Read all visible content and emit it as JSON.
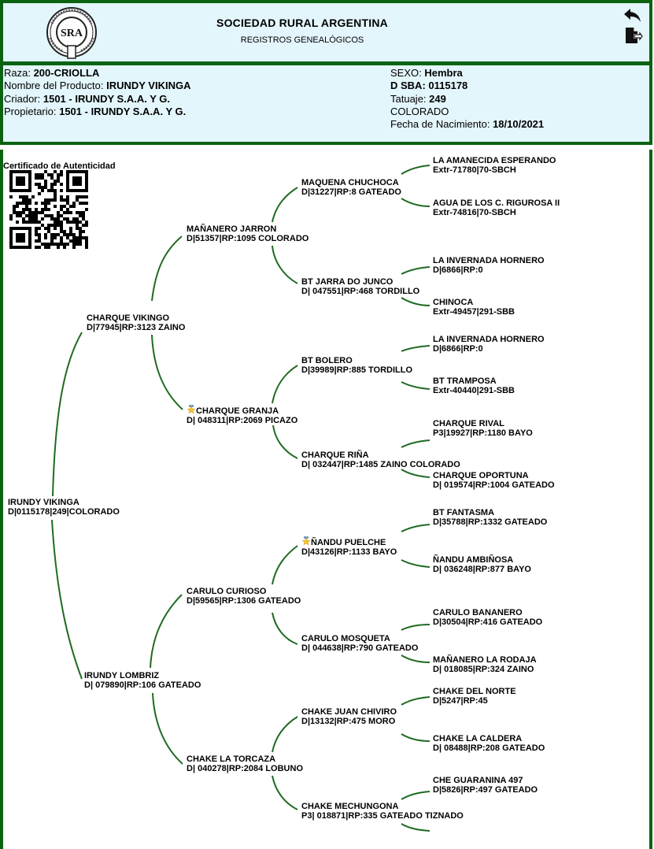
{
  "header": {
    "org_name": "SOCIEDAD RURAL ARGENTINA",
    "subtitle": "REGISTROS GENEALÓGICOS",
    "logo_text": "SRA",
    "logo_motto": "CULTIVAR EL SUELO ES SERVIR A LA PATRIA",
    "logo_year": "1866",
    "icons": {
      "back": "back-arrow-icon",
      "export": "export-file-icon"
    }
  },
  "info": {
    "left": [
      {
        "label": "Raza: ",
        "value": "200-CRIOLLA"
      },
      {
        "label": "Nombre del Producto: ",
        "value": "IRUNDY VIKINGA"
      },
      {
        "label": "Criador: ",
        "value": "1501 - IRUNDY S.A.A. Y G."
      },
      {
        "label": "Propietario: ",
        "value": "1501 - IRUNDY S.A.A. Y G."
      }
    ],
    "right": [
      {
        "label": "SEXO: ",
        "value": "Hembra"
      },
      {
        "label": "",
        "value": "D SBA: 0115178"
      },
      {
        "label": "Tatuaje: ",
        "value": "249"
      },
      {
        "label": "COLORADO",
        "value": ""
      },
      {
        "label": "Fecha de Nacimiento: ",
        "value": "18/10/2021"
      }
    ]
  },
  "certificate": {
    "label": "Certificado de Autenticidad"
  },
  "colors": {
    "border_green": "#0b6312",
    "header_bg": "#e3f6fc",
    "link_green": "#1f6b22"
  },
  "pedigree": {
    "root": {
      "name": "IRUNDY VIKINGA",
      "reg": "D|0115178|249|COLORADO"
    },
    "s": {
      "name": "CHARQUE VIKINGO",
      "reg": "D|77945|RP:3123 ZAINO"
    },
    "d": {
      "name": "IRUNDY LOMBRIZ",
      "reg": "D| 079890|RP:106 GATEADO"
    },
    "ss": {
      "name": "MAÑANERO JARRON",
      "reg": "D|51357|RP:1095 COLORADO"
    },
    "sd": {
      "name": "CHARQUE GRANJA",
      "reg": "D| 048311|RP:2069 PICAZO",
      "star": true
    },
    "ds": {
      "name": "CARULO CURIOSO",
      "reg": "D|59565|RP:1306 GATEADO"
    },
    "dd": {
      "name": "CHAKE LA TORCAZA",
      "reg": "D| 040278|RP:2084 LOBUNO"
    },
    "sss": {
      "name": "MAQUENA CHUCHOCA",
      "reg": "D|31227|RP:8 GATEADO"
    },
    "ssd": {
      "name": "BT JARRA DO JUNCO",
      "reg": "D| 047551|RP:468 TORDILLO"
    },
    "sds": {
      "name": "BT BOLERO",
      "reg": "D|39989|RP:885 TORDILLO"
    },
    "sdd": {
      "name": "CHARQUE RIÑA",
      "reg": "D| 032447|RP:1485 ZAINO COLORADO"
    },
    "dss": {
      "name": "ÑANDU PUELCHE",
      "reg": "D|43126|RP:1133 BAYO",
      "star": true
    },
    "dsd": {
      "name": "CARULO MOSQUETA",
      "reg": "D| 044638|RP:790 GATEADO"
    },
    "dds": {
      "name": "CHAKE JUAN CHIVIRO",
      "reg": "D|13132|RP:475 MORO"
    },
    "ddd": {
      "name": "CHAKE MECHUNGONA",
      "reg": "P3| 018871|RP:335 GATEADO TIZNADO"
    },
    "ssss": {
      "name": "LA AMANECIDA ESPERANDO",
      "reg": "Extr-71780|70-SBCH"
    },
    "sssd": {
      "name": "AGUA DE LOS C. RIGUROSA II",
      "reg": "Extr-74816|70-SBCH"
    },
    "ssds": {
      "name": "LA INVERNADA HORNERO",
      "reg": "D|6866|RP:0"
    },
    "ssdd": {
      "name": "CHINOCA",
      "reg": "Extr-49457|291-SBB"
    },
    "sdss": {
      "name": "LA INVERNADA HORNERO",
      "reg": "D|6866|RP:0"
    },
    "sdsd": {
      "name": "BT TRAMPOSA",
      "reg": "Extr-40440|291-SBB"
    },
    "sdds": {
      "name": "CHARQUE RIVAL",
      "reg": "P3|19927|RP:1180 BAYO"
    },
    "sddd": {
      "name": "CHARQUE OPORTUNA",
      "reg": "D| 019574|RP:1004 GATEADO"
    },
    "dsss": {
      "name": "BT FANTASMA",
      "reg": "D|35788|RP:1332 GATEADO"
    },
    "dssd": {
      "name": "ÑANDU AMBIÑOSA",
      "reg": "D| 036248|RP:877 BAYO"
    },
    "dsds": {
      "name": "CARULO BANANERO",
      "reg": "D|30504|RP:416 GATEADO"
    },
    "dsdd": {
      "name": "MAÑANERO LA RODAJA",
      "reg": "D| 018085|RP:324 ZAINO"
    },
    "ddss": {
      "name": "CHAKE DEL NORTE",
      "reg": "D|5247|RP:45"
    },
    "ddsd": {
      "name": "CHAKE LA CALDERA",
      "reg": "D| 08488|RP:208 GATEADO"
    },
    "ddds": {
      "name": "CHE GUARANINA 497",
      "reg": "D|5826|RP:497 GATEADO"
    }
  }
}
